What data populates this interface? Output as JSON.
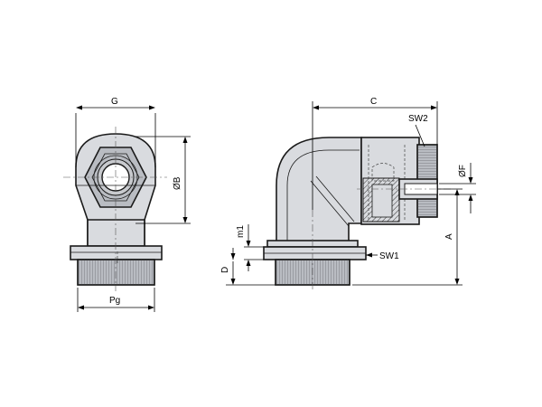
{
  "dimensions": {
    "G": "G",
    "B": "ØB",
    "Pg": "Pg",
    "C": "C",
    "SW2": "SW2",
    "F": "ØF",
    "A": "A",
    "m1": "m1",
    "D": "D",
    "SW1": "SW1"
  },
  "colors": {
    "body_fill": "#d9dbdf",
    "thread_fill": "#b9bcc2",
    "outline": "#1a1a1a"
  }
}
